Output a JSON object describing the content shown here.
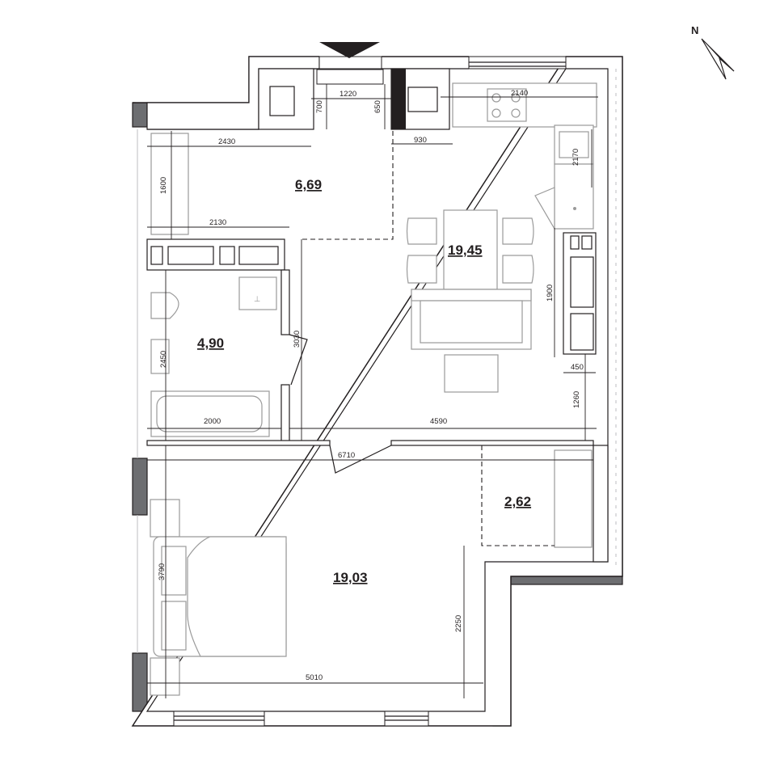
{
  "compass": {
    "label": "N"
  },
  "rooms": [
    {
      "id": "hall",
      "area": "6,69"
    },
    {
      "id": "kitchen-living",
      "area": "19,45"
    },
    {
      "id": "bathroom",
      "area": "4,90"
    },
    {
      "id": "balcony",
      "area": "2,62"
    },
    {
      "id": "bedroom",
      "area": "19,03"
    }
  ],
  "dimensions": {
    "d700": "700",
    "d1220": "1220",
    "d650": "650",
    "d2140": "2140",
    "d2430": "2430",
    "d930": "930",
    "d2170": "2170",
    "d1600": "1600",
    "d2130": "2130",
    "d1900": "1900",
    "d3030": "3030",
    "d2450": "2450",
    "d450": "450",
    "d1260": "1260",
    "d2000": "2000",
    "d4590": "4590",
    "d6710": "6710",
    "d3790": "3790",
    "d2250": "2250",
    "d5010": "5010"
  }
}
